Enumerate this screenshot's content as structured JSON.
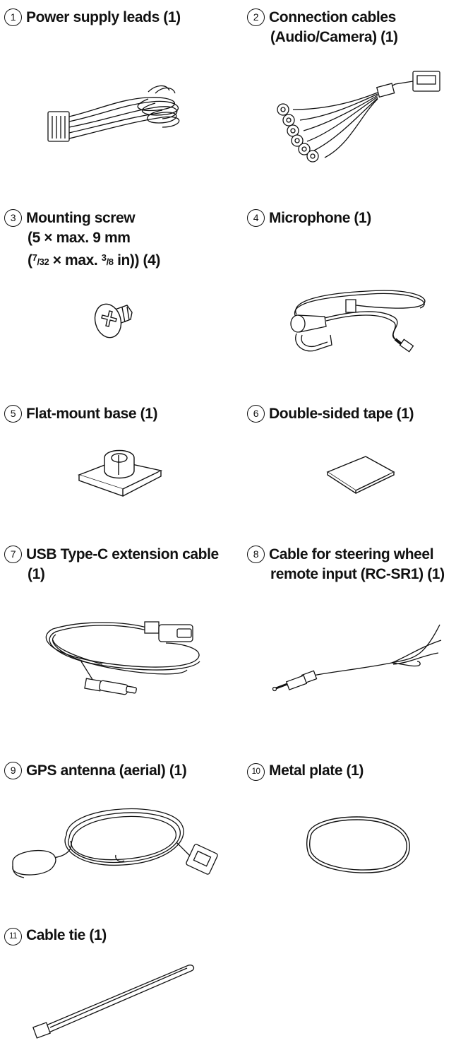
{
  "items": [
    {
      "num": "1",
      "lines": [
        "Power supply leads (1)"
      ]
    },
    {
      "num": "2",
      "lines": [
        "Connection cables",
        "(Audio/Camera) (1)"
      ]
    },
    {
      "num": "3",
      "lines": [
        "Mounting screw",
        "(5 × max. 9 mm"
      ],
      "line3": {
        "a": "(",
        "n1": "7",
        "s1": "/32",
        "mid": " × max. ",
        "n2": "3",
        "s2": "/8",
        "end": " in)) (4)"
      }
    },
    {
      "num": "4",
      "lines": [
        "Microphone (1)"
      ]
    },
    {
      "num": "5",
      "lines": [
        "Flat-mount base (1)"
      ]
    },
    {
      "num": "6",
      "lines": [
        "Double-sided tape (1)"
      ]
    },
    {
      "num": "7",
      "lines": [
        "USB Type-C extension cable",
        "(1)"
      ]
    },
    {
      "num": "8",
      "lines": [
        "Cable for steering wheel",
        "remote input (RC-SR1) (1)"
      ]
    },
    {
      "num": "9",
      "lines": [
        "GPS antenna (aerial) (1)"
      ]
    },
    {
      "num": "10",
      "lines": [
        "Metal plate (1)"
      ]
    },
    {
      "num": "11",
      "lines": [
        "Cable tie (1)"
      ]
    }
  ],
  "icons": [
    "power-supply-leads",
    "connection-cables",
    "mounting-screw",
    "microphone",
    "flat-mount-base",
    "double-sided-tape",
    "usb-extension-cable",
    "steering-remote-cable",
    "gps-antenna",
    "metal-plate",
    "cable-tie"
  ]
}
